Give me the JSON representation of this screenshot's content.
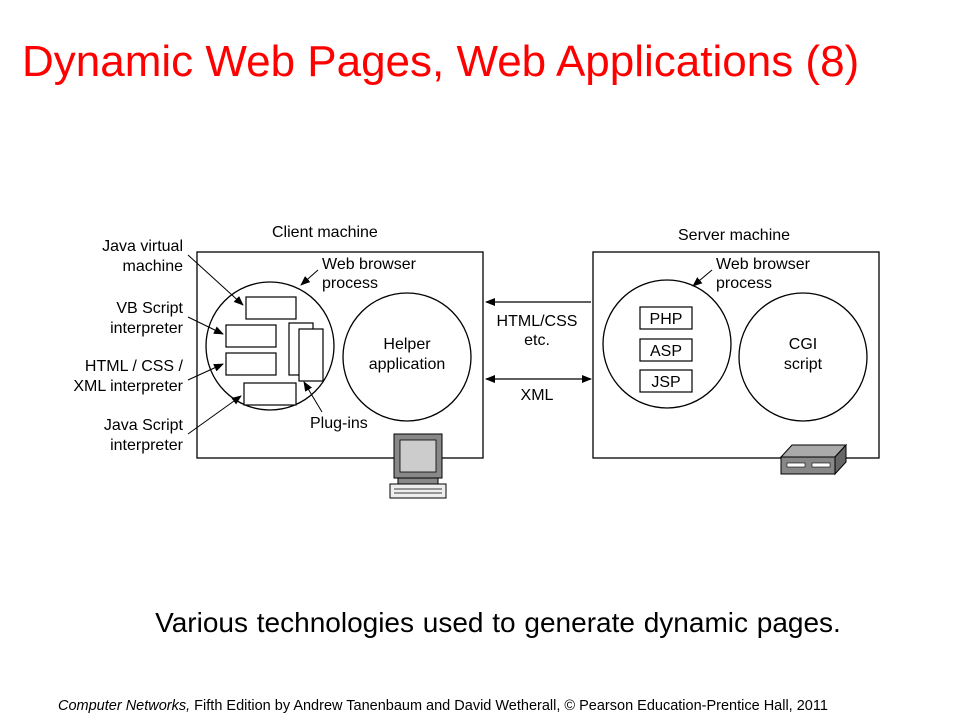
{
  "slide": {
    "title": "Dynamic Web Pages, Web Applications (8)",
    "caption": "Various technologies used to generate dynamic pages.",
    "footer_book": "Computer Networks,",
    "footer_rest": " Fifth Edition by Andrew Tanenbaum and David Wetherall, © Pearson Education-Prentice Hall, 2011"
  },
  "diagram": {
    "client_machine": "Client machine",
    "server_machine": "Server machine",
    "left_labels": {
      "jvm_1": "Java virtual",
      "jvm_2": "machine",
      "vbs_1": "VB Script",
      "vbs_2": "interpreter",
      "html_1": "HTML / CSS /",
      "html_2": "XML interpreter",
      "js_1": "Java Script",
      "js_2": "interpreter"
    },
    "client_browser_1": "Web browser",
    "client_browser_2": "process",
    "helper_1": "Helper",
    "helper_2": "application",
    "plugins": "Plug-ins",
    "link_html_1": "HTML/CSS",
    "link_html_2": "etc.",
    "link_xml": "XML",
    "server_browser_1": "Web browser",
    "server_browser_2": "process",
    "server_boxes": [
      "PHP",
      "ASP",
      "JSP"
    ],
    "cgi_1": "CGI",
    "cgi_2": "script"
  }
}
